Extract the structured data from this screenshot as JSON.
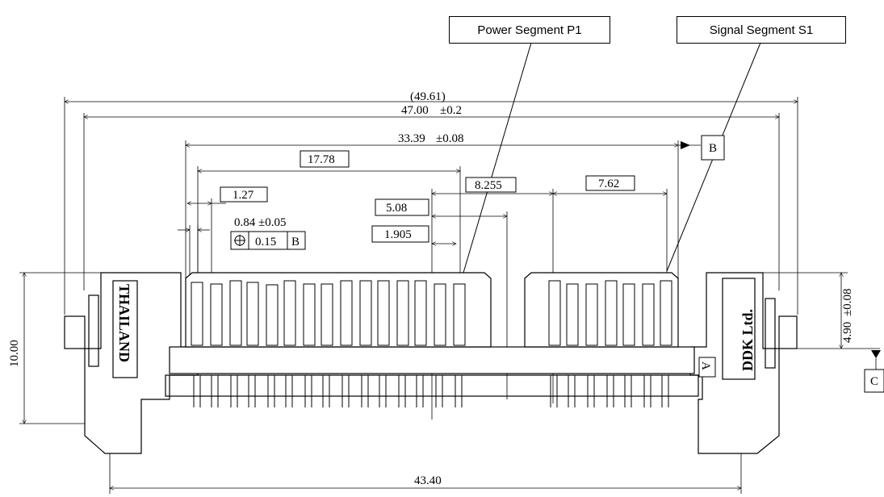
{
  "callouts": {
    "power": "Power Segment P1",
    "signal": "Signal Segment S1"
  },
  "dimensions": {
    "overall_ref": "(49.61)",
    "overall": "47.00",
    "overall_tol": "±0.2",
    "pin_span": "33.39",
    "pin_span_tol": "±0.08",
    "power_span": "17.78",
    "pitch": "1.27",
    "segment_gap": "8.255",
    "signal_span": "7.62",
    "d508": "5.08",
    "d1905": "1.905",
    "width_tol": "0.84",
    "width_tol_pm": "±0.05",
    "tol_value": "0.15",
    "tol_datum": "B",
    "height": "10.00",
    "right_height": "4.90",
    "right_height_tol": "±0.08",
    "bottom": "43.40"
  },
  "datums": {
    "b": "B",
    "c": "C",
    "a": "A"
  },
  "markings": {
    "left": "THAILAND",
    "right": "DDK Ltd."
  },
  "colors": {
    "line": "#000000",
    "background": "#ffffff"
  }
}
